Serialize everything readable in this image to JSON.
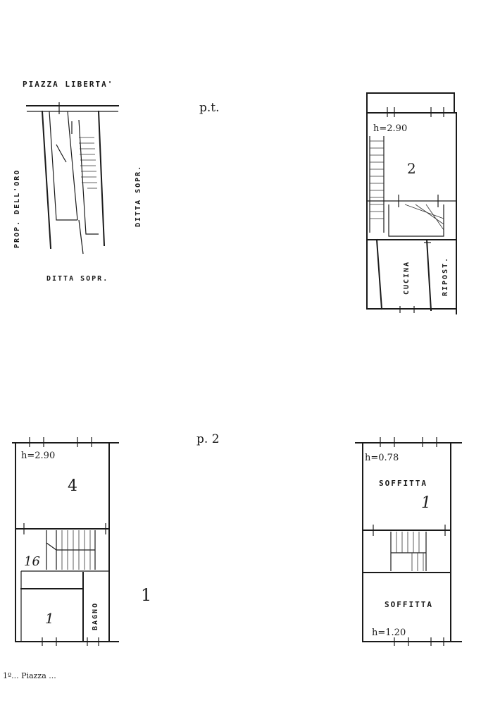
{
  "site_plan": {
    "north_label": "PIAZZA LIBERTA'",
    "west_label": "PROP. DELL'ORO",
    "east_label": "DITTA SOPR.",
    "south_label": "DITTA SOPR."
  },
  "floors": {
    "ground_label": "p.t.",
    "second_label": "p. 2"
  },
  "ground_floor": {
    "height": "h=2.90",
    "room_number": "2",
    "kitchen": "CUCINA",
    "storage": "RIPOST."
  },
  "first_floor": {
    "height": "h=2.90",
    "room_number": "4",
    "stair_number": "16",
    "bathroom": "BAGNO",
    "room_number_2": "1",
    "side_mark": "1"
  },
  "attic": {
    "height_top": "h=0.78",
    "height_bottom": "h=1.20",
    "room_top": "SOFFITTA",
    "room_bottom": "SOFFITTA",
    "room_number": "1"
  },
  "footer_note": "1º... Piazza ...",
  "colors": {
    "ink": "#1a1a1a",
    "paper": "#ffffff"
  }
}
